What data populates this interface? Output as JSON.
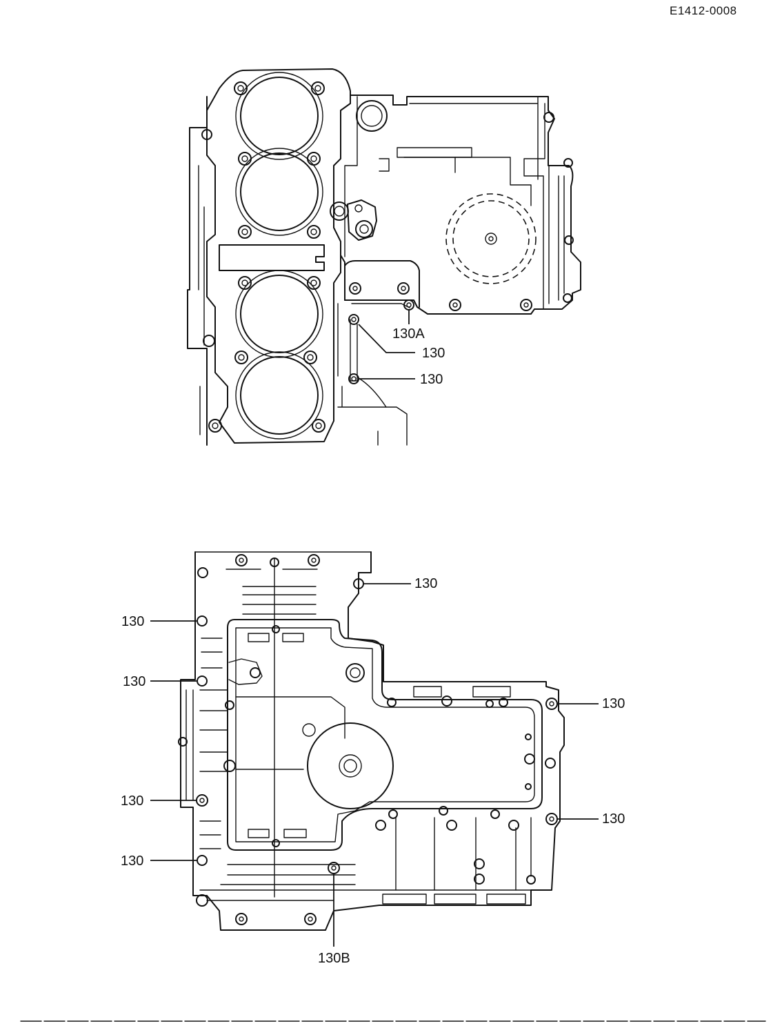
{
  "document_code": "E1412-0008",
  "top_view": {
    "callouts": [
      "130A",
      "130",
      "130"
    ]
  },
  "bottom_view": {
    "callouts": [
      "130",
      "130",
      "130",
      "130",
      "130",
      "130",
      "130",
      "130B"
    ]
  }
}
